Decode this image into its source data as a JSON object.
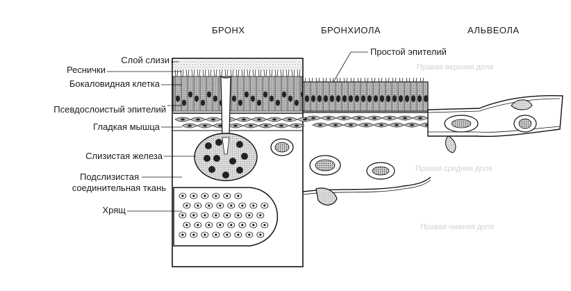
{
  "headers": {
    "bronchus": "БРОНХ",
    "bronchiole": "БРОНХИОЛА",
    "alveolus": "АЛЬВЕОЛА"
  },
  "labels": {
    "mucus_layer": "Слой слизи",
    "cilia": "Реснички",
    "goblet_cell": "Бокаловидная клетка",
    "pseudostratified_epithelium": "Псевдослоистый эпителий",
    "smooth_muscle": "Гладкая мышца",
    "mucous_gland": "Слизистая железа",
    "submucosa_line1": "Подслизистая",
    "submucosa_line2": "соединительная ткань",
    "cartilage": "Хрящ",
    "simple_epithelium": "Простой эпителий"
  },
  "background_ghost_text": {
    "t1": "Правая верхняя доля",
    "t2": "Правая средняя доля",
    "t3": "Правая нижняя доля"
  }
}
